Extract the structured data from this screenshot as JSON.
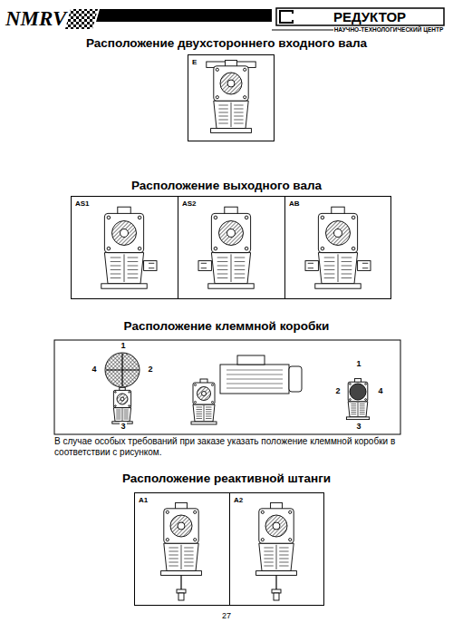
{
  "diagram": {
    "nodes": [
      {
        "text": [
          "E"
        ]
      },
      {
        "text": [
          "AS1"
        ]
      },
      {
        "text": [
          "AS2"
        ]
      },
      {
        "text": [
          "AB"
        ]
      },
      {
        "text": [
          "A1"
        ]
      },
      {
        "text": [
          "A2"
        ]
      }
    ],
    "labels": [
      "NMRV",
      "РЕДУКТОР",
      "НАУЧНО-ТЕХНОЛОГИЧЕСКИЙ ЦЕНТР",
      "Расположение двухстороннего входного вала",
      "Расположение выходного вала",
      "Расположение клеммной коробки",
      "1",
      "4",
      "2",
      "3",
      "1",
      "2",
      "4",
      "3",
      "В случае особых требований при заказе указать положение клеммной коробки в соответствии с рисунком.",
      "Расположение реактивной штанги",
      "27"
    ]
  }
}
